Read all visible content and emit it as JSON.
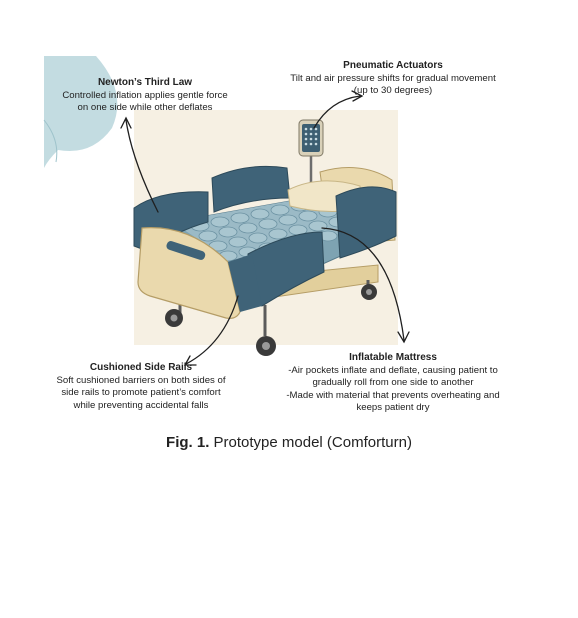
{
  "annotations": {
    "newtons_law": {
      "title": "Newton’s Third Law",
      "lines": [
        "Controlled inflation applies gentle force",
        "on one side while other deflates"
      ]
    },
    "pneumatic_actuators": {
      "title": "Pneumatic  Actuators",
      "lines": [
        "Tilt and air pressure shifts for gradual movement",
        "(up to 30 degrees)"
      ]
    },
    "cushioned_side_rails": {
      "title": "Cushioned Side Rails",
      "lines": [
        "Soft cushioned barriers on both sides of",
        "side rails to promote patient’s comfort",
        "while preventing accidental falls"
      ]
    },
    "inflatable_mattress": {
      "title": "Inflatable Mattress",
      "lines": [
        "-Air pockets inflate and deflate, causing patient to",
        "gradually roll from one side to another",
        "-Made with material that prevents overheating and",
        "keeps patient dry"
      ]
    }
  },
  "caption": {
    "label": "Fig. 1.",
    "text": " Prototype model (Comforturn)"
  },
  "colors": {
    "frame": "#ead9ad",
    "rail": "#3f6378",
    "mattress": "#8fb1be",
    "accent_blob": "#b9d6dc"
  }
}
